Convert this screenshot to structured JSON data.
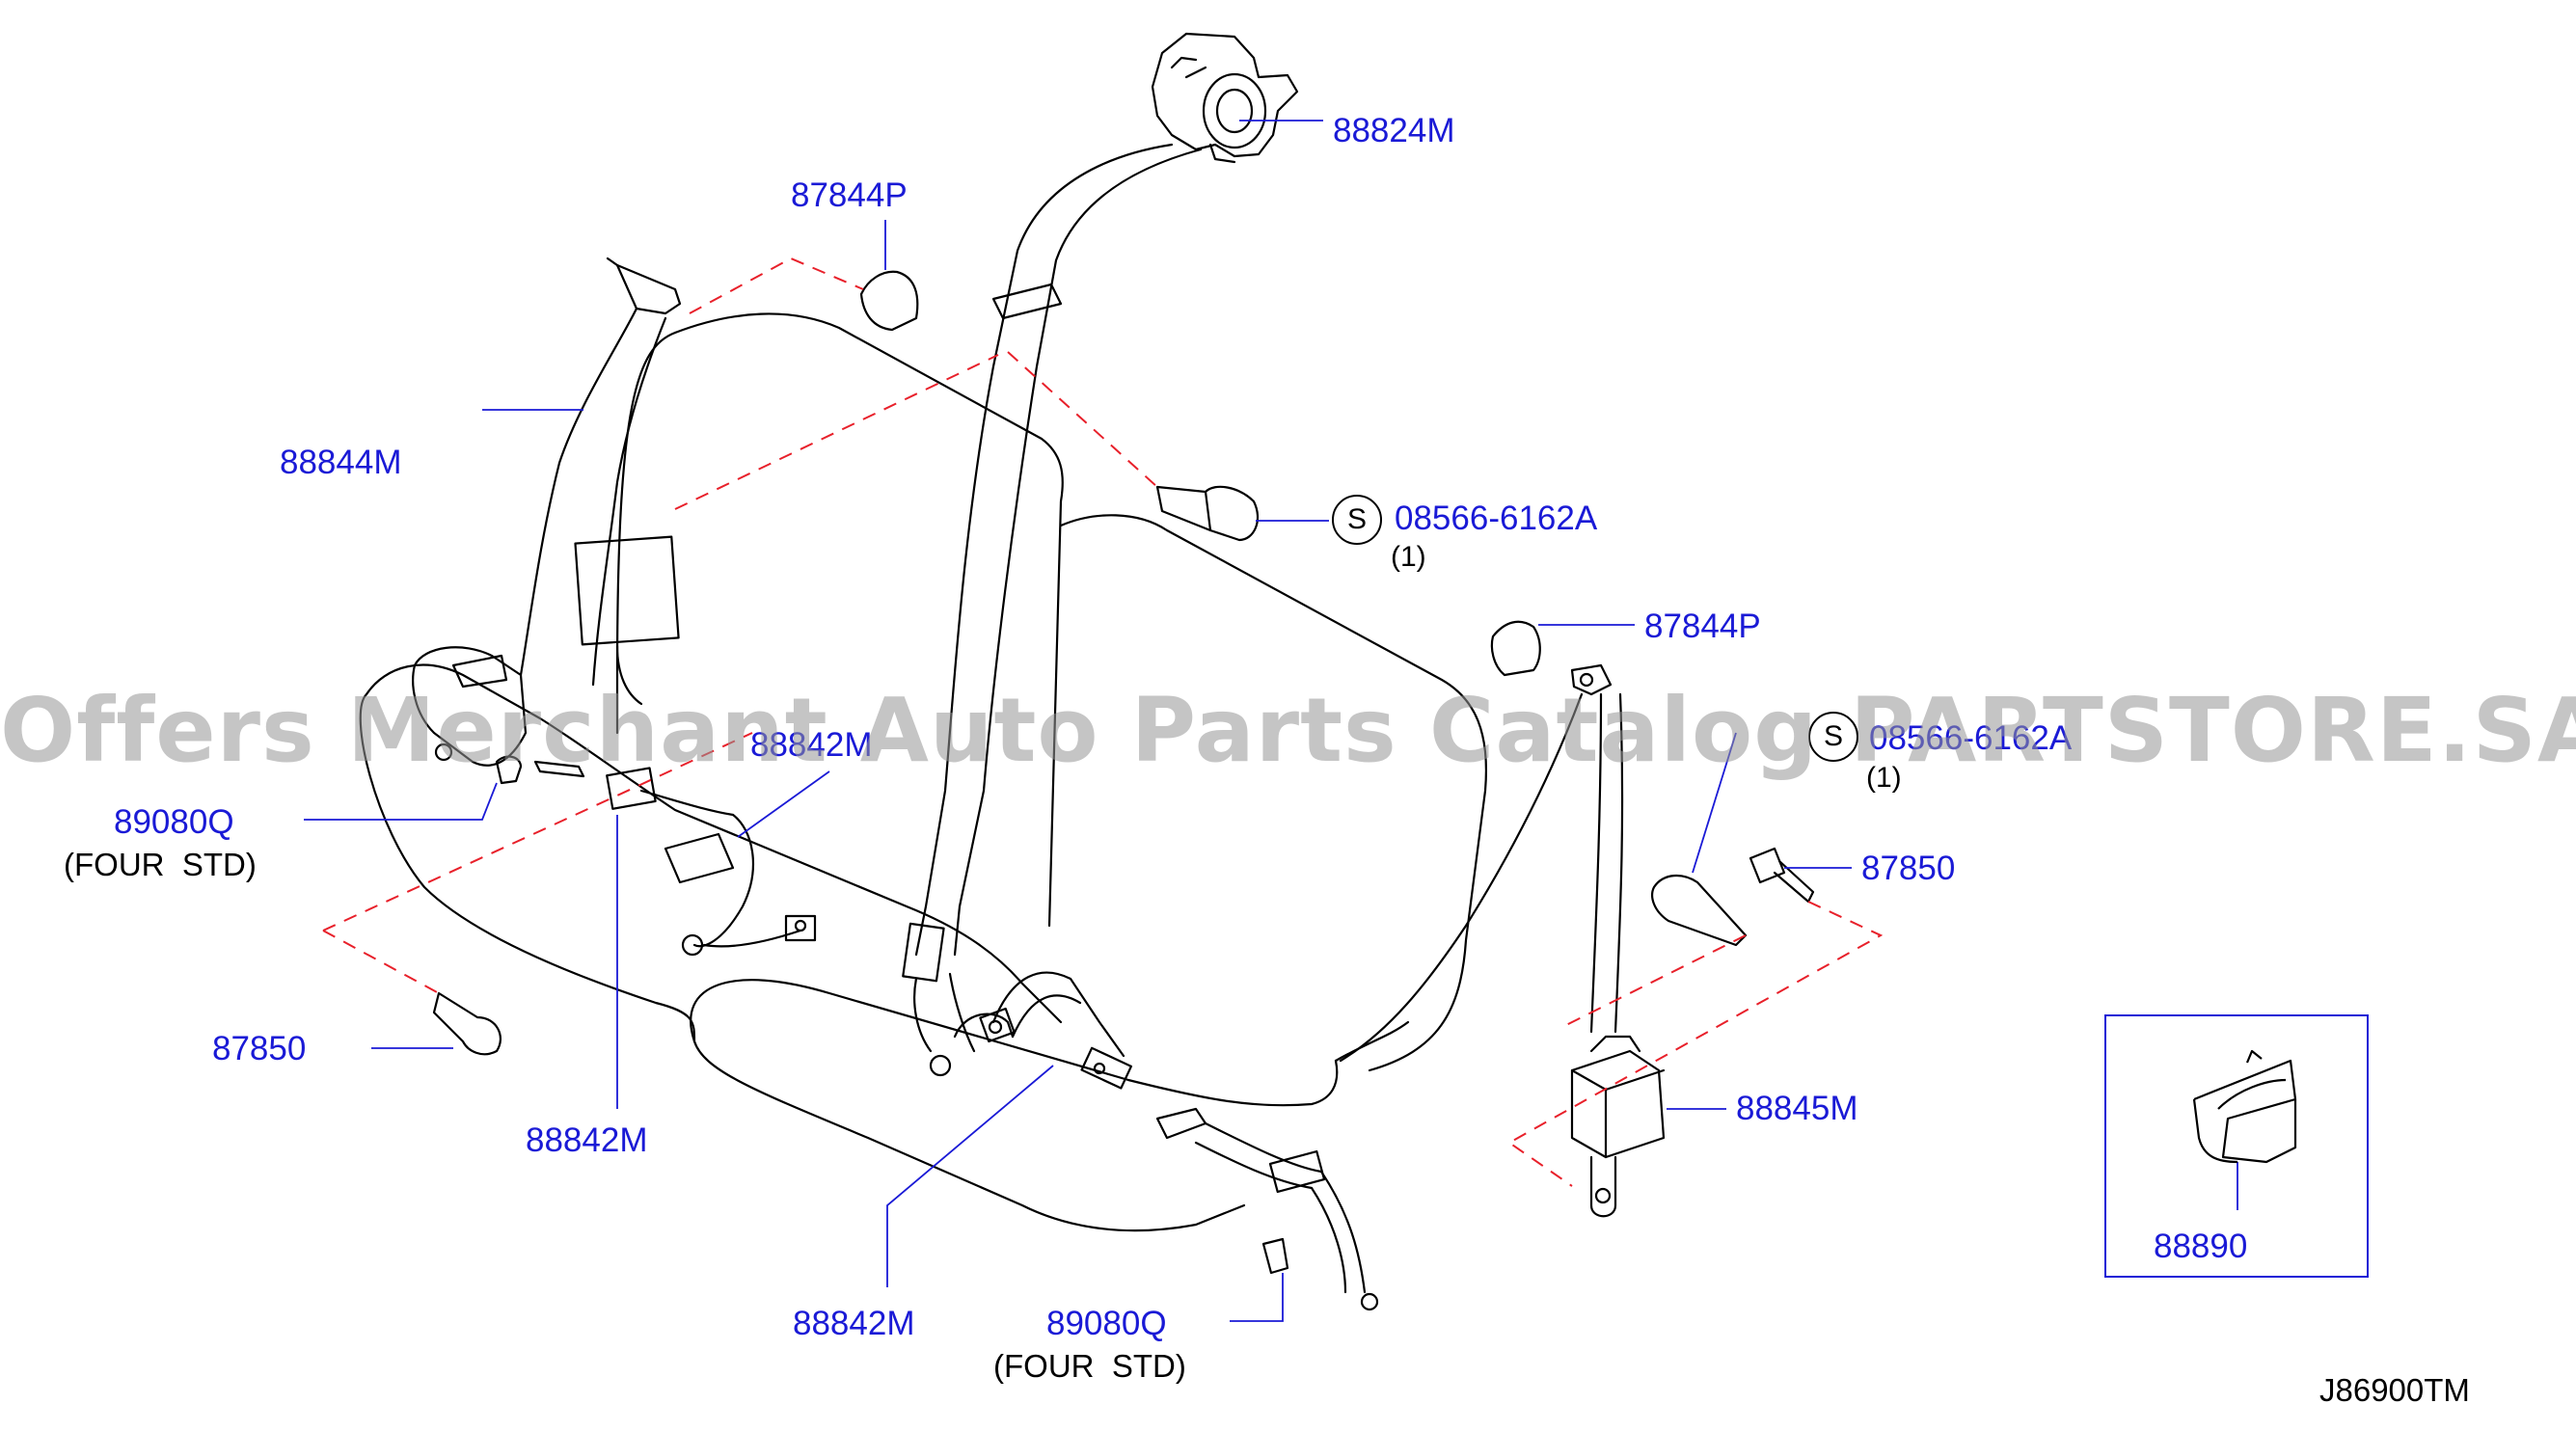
{
  "diagram": {
    "watermark": "Offers Merchant Auto Parts Catalog PARTSTORE.SA",
    "diagram_code": "J86900TM",
    "colors": {
      "line": "#000000",
      "leader": "#1a1ad6",
      "dashed": "#e8202a",
      "label": "#1a1ad6"
    },
    "labels": {
      "p88824m": "88824M",
      "p87844p_top": "87844P",
      "p88844m": "88844M",
      "p08566_top": "08566-6162A",
      "p87844p_right": "87844P",
      "p08566_right": "08566-6162A",
      "p89080q_left": "89080Q",
      "p88842m_center": "88842M",
      "p87850_right": "87850",
      "p87850_left": "87850",
      "p88845m": "88845M",
      "p88842m_left": "88842M",
      "p88842m_bottom": "88842M",
      "p89080q_bottom": "89080Q",
      "p88890": "88890"
    },
    "notes": {
      "four_std_left": "(FOUR  STD)",
      "four_std_bottom": "(FOUR  STD)",
      "qty_top": "(1)",
      "qty_right": "(1)",
      "s_top": "S",
      "s_right": "S"
    }
  }
}
